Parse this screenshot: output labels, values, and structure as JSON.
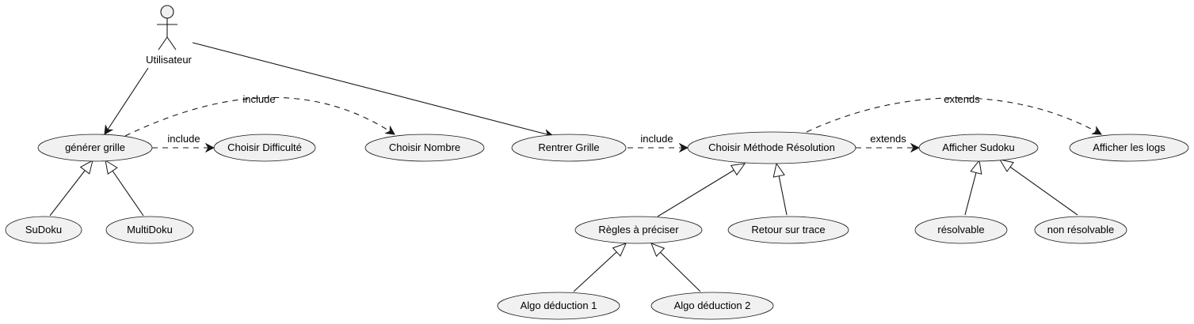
{
  "actor": {
    "name": "Utilisateur"
  },
  "use_cases": {
    "generer_grille": "générer grille",
    "choisir_difficulte": "Choisir Difficulté",
    "choisir_nombre": "Choisir Nombre",
    "rentrer_grille": "Rentrer Grille",
    "choisir_methode": "Choisir Méthode Résolution",
    "afficher_sudoku": "Afficher Sudoku",
    "afficher_logs": "Afficher les logs",
    "sudoku": "SuDoku",
    "multidoku": "MultiDoku",
    "regles": "Règles à préciser",
    "retour_trace": "Retour sur trace",
    "resolvable": "résolvable",
    "non_resolvable": "non résolvable",
    "algo1": "Algo déduction 1",
    "algo2": "Algo déduction 2"
  },
  "relations": {
    "include_difficulte": "include",
    "include_nombre": "include",
    "include_methode": "include",
    "extends_sudoku": "extends",
    "extends_logs": "extends"
  }
}
